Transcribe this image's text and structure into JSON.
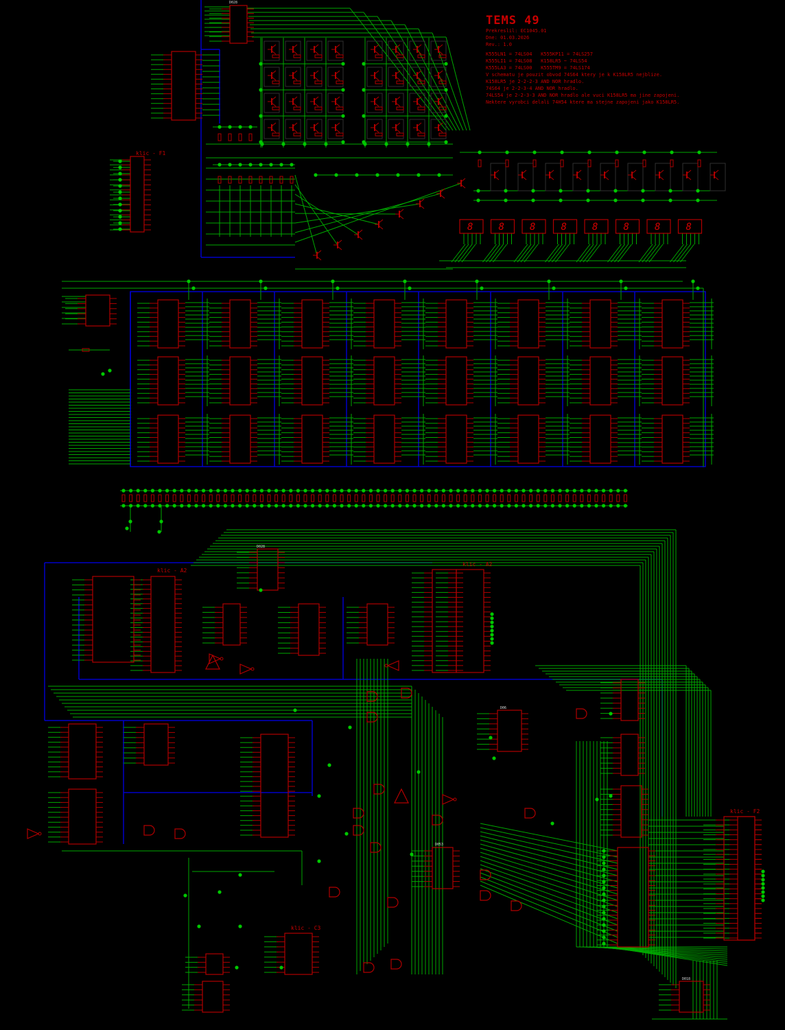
{
  "title_block": {
    "title": "TEMS 49",
    "author": "Prekreslil: EC1045.01",
    "date": "Dne: 01.03.2026",
    "revision": "Rev.: 1.0",
    "notes": [
      "K555LN1 = 74LS04   K555KP11 = 74LS257",
      "K555LI1 = 74LS08   K158LR5 ~ 74LS54",
      "K555LA3 = 74LS00   K555TM9 = 74LS174",
      "V schematu je pouzit obvod 74S64 ktery je k K158LR5 nejblize.",
      "K158LR5 je 2-2-2-3 AND NOR hradlo.",
      "74S64 je 2-2-3-4 AND NOR hradlo.",
      "74LS54 je 2-2-3-3 AND NOR hradlo ale vuci K158LR5 ma jine zapojeni.",
      "Nektere vyrobci delali 74H54 ktere ma stejne zapojeni jako K158LR5."
    ]
  },
  "connector_labels": {
    "f1": "klic - F1",
    "a2_left": "klic - A2",
    "a2_right": "klic - A2",
    "f2": "klic - F2",
    "c3": "klic - C3"
  },
  "ic_labels": {
    "top": "D028",
    "mid": "D028",
    "d6": "D06",
    "d53": "D053",
    "d18": "D018"
  },
  "colors": {
    "wire": "#00a800",
    "junction": "#00c800",
    "part": "#b00000",
    "bus": "#0000c8",
    "background": "#000000"
  }
}
